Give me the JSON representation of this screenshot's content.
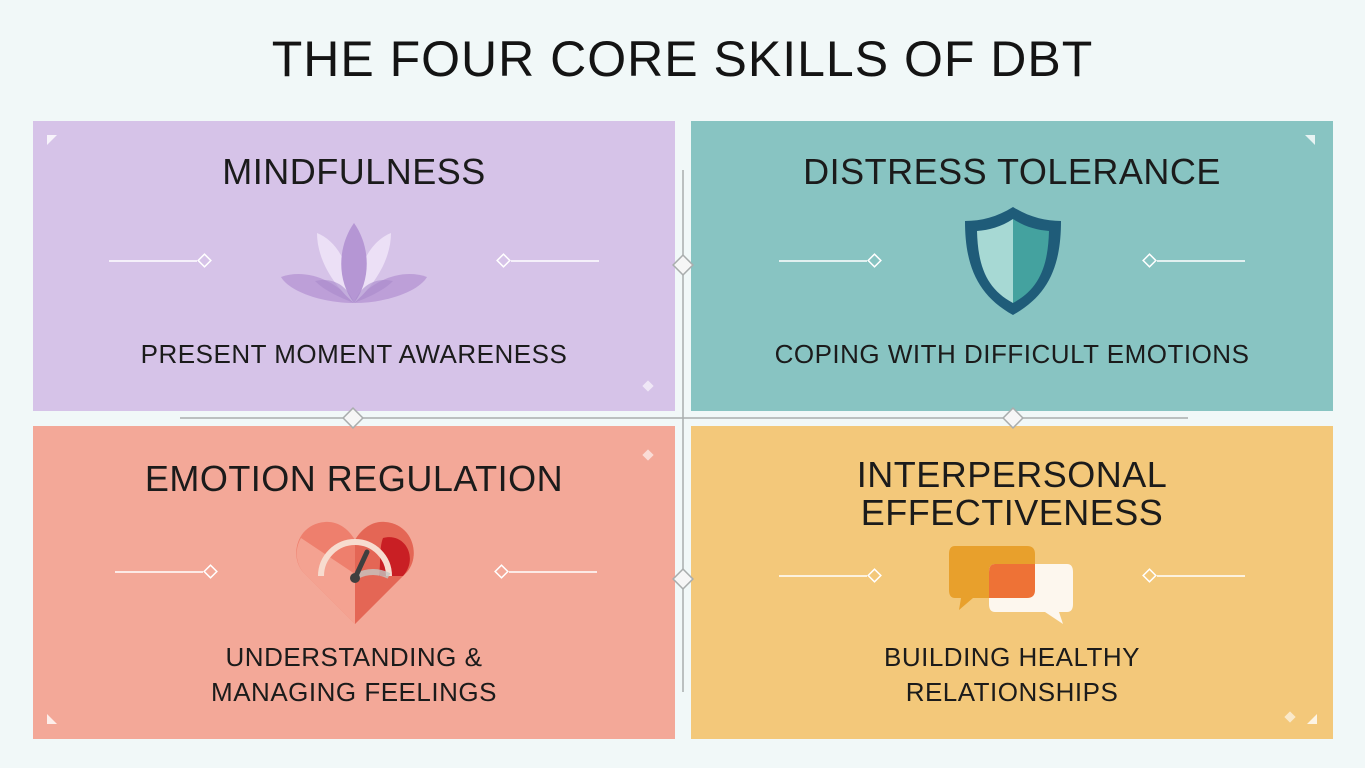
{
  "title": "THE FOUR CORE SKILLS OF DBT",
  "colors": {
    "background": "#f1f8f8",
    "mindfulness": "#d6c3e8",
    "distress_tolerance": "#88c4c2",
    "emotion_regulation": "#f3a898",
    "interpersonal_effectiveness": "#f3c87a"
  },
  "panels": {
    "mindfulness": {
      "title": "MINDFULNESS",
      "subtitle": "PRESENT MOMENT AWARENESS",
      "icon": "lotus-icon"
    },
    "distress_tolerance": {
      "title": "DISTRESS TOLERANCE",
      "subtitle": "COPING WITH DIFFICULT EMOTIONS",
      "icon": "shield-icon"
    },
    "emotion_regulation": {
      "title": "EMOTION REGULATION",
      "subtitle_line1": "UNDERSTANDING &",
      "subtitle_line2": "MANAGING FEELINGS",
      "icon": "heart-gauge-icon"
    },
    "interpersonal_effectiveness": {
      "title_line1": "INTERPERSONAL",
      "title_line2": "EFFECTIVENESS",
      "subtitle_line1": "BUILDING HEALTHY",
      "subtitle_line2": "RELATIONSHIPS",
      "icon": "speech-bubbles-icon"
    }
  }
}
